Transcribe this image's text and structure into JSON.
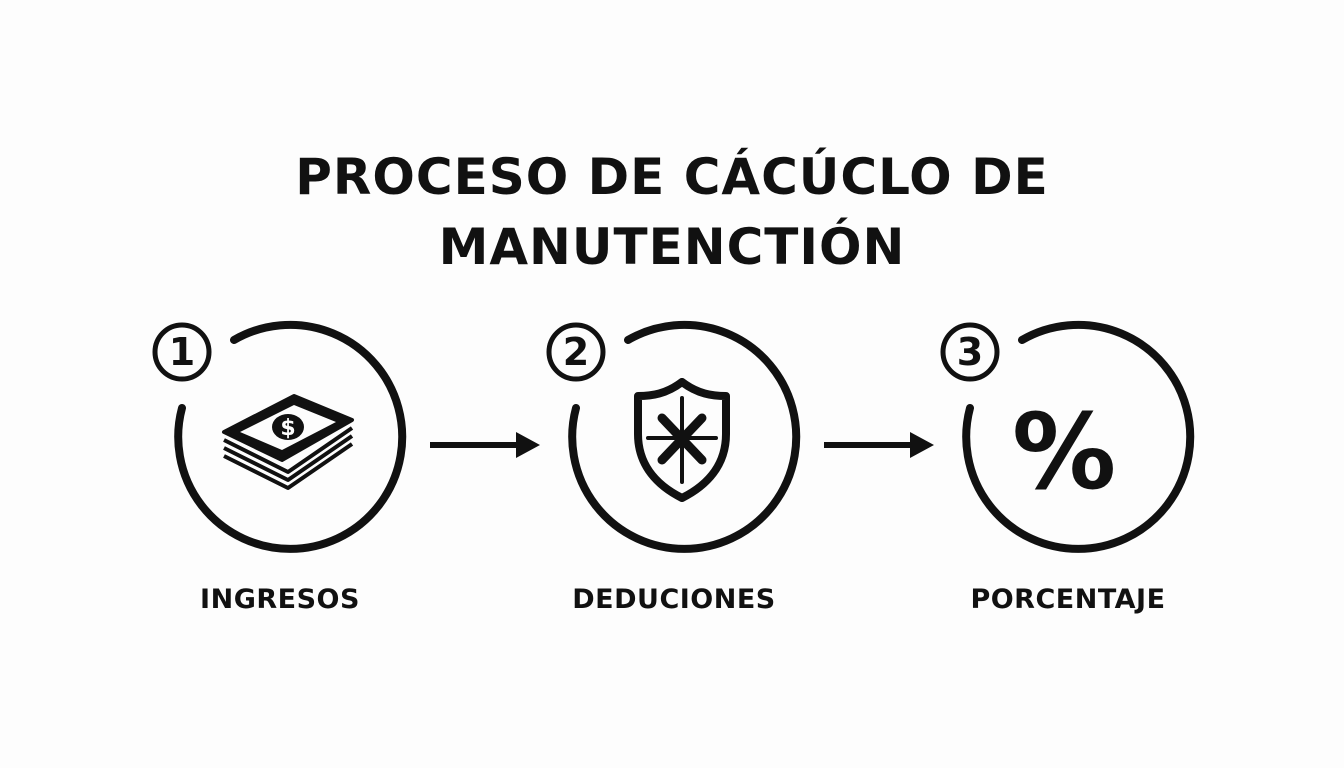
{
  "title": {
    "line1": "PROCESO DE CÁCÚCLO DE",
    "line2": "MANUTENCTIÓN"
  },
  "steps": [
    {
      "number": "1",
      "label": "INGRESOS",
      "icon": "money-stack-icon"
    },
    {
      "number": "2",
      "label": "DEDUCIONES",
      "icon": "shield-icon"
    },
    {
      "number": "3",
      "label": "PORCENTAJE",
      "icon": "percent-icon",
      "glyph": "%"
    }
  ],
  "colors": {
    "ink": "#111111",
    "background": "#fdfdfd"
  }
}
